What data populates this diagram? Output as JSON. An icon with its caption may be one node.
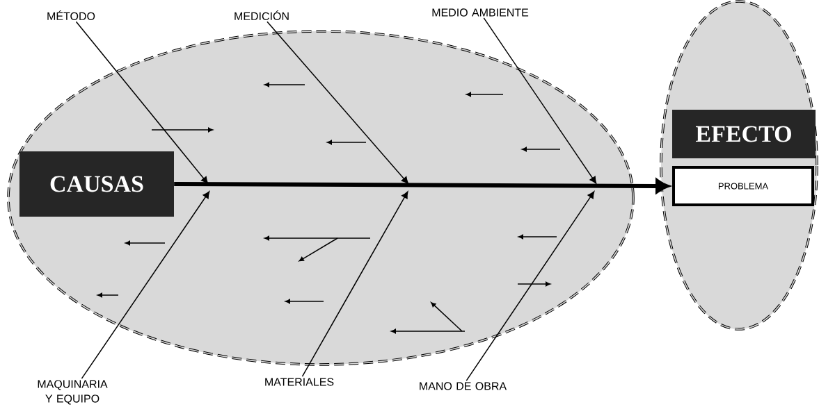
{
  "diagram": {
    "nodes": [
      {
        "text": [
          "CAUSAS"
        ]
      },
      {
        "text": [
          "EFECTO"
        ]
      },
      {
        "text": [
          "PROBLEMA"
        ]
      },
      {
        "text": [
          "MÉTODO"
        ]
      },
      {
        "text": [
          "MEDICIÓN"
        ]
      },
      {
        "text": [
          "MEDIO AMBIENTE"
        ]
      },
      {
        "text": [
          "MAQUINARIA Y EQUIPO"
        ]
      },
      {
        "text": [
          "MATERIALES"
        ]
      },
      {
        "text": [
          "MANO DE OBRA"
        ]
      }
    ],
    "edges": [
      {
        "from": 0,
        "to": 2,
        "arrow": "to",
        "style": "thick"
      },
      {
        "from": 3,
        "to": null,
        "arrow": "to"
      },
      {
        "from": 4,
        "to": null,
        "arrow": "to"
      },
      {
        "from": 5,
        "to": null,
        "arrow": "to"
      },
      {
        "from": 6,
        "to": null,
        "arrow": "to"
      },
      {
        "from": 7,
        "to": null,
        "arrow": "to"
      },
      {
        "from": 8,
        "to": null,
        "arrow": "to"
      }
    ]
  }
}
